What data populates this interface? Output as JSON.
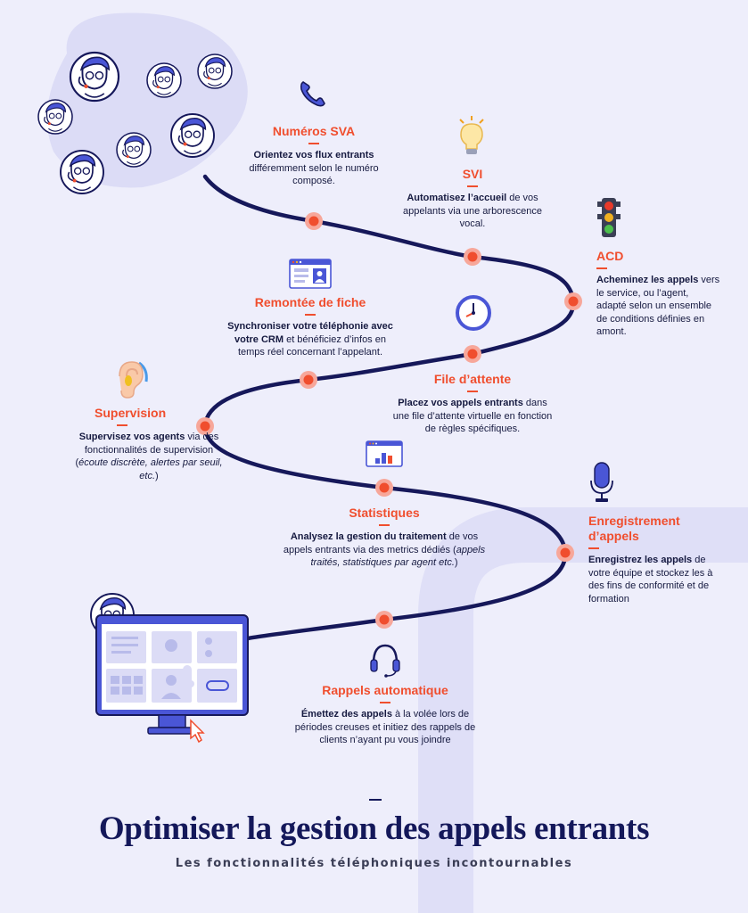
{
  "title": "Optimiser la gestion des appels entrants",
  "subtitle": "Les fonctionnalités téléphoniques incontournables",
  "features": [
    {
      "id": "sva",
      "title": "Numéros SVA",
      "icon": "phone-icon",
      "desc": [
        {
          "t": "Orientez vos flux entrants",
          "b": true
        },
        {
          "t": " différemment selon le numéro composé."
        }
      ]
    },
    {
      "id": "svi",
      "title": "SVI",
      "icon": "lightbulb-icon",
      "desc": [
        {
          "t": "Automatisez l’accueil",
          "b": true
        },
        {
          "t": " de vos appelants via une arborescence vocal."
        }
      ]
    },
    {
      "id": "acd",
      "title": "ACD",
      "icon": "traffic-light-icon",
      "desc": [
        {
          "t": "Acheminez les appels",
          "b": true
        },
        {
          "t": " vers le service, ou l’agent, adapté selon un ensemble de conditions définies en amont."
        }
      ]
    },
    {
      "id": "fiche",
      "title": "Remontée de fiche",
      "icon": "profile-card-icon",
      "desc": [
        {
          "t": "Synchroniser votre téléphonie avec votre CRM",
          "b": true
        },
        {
          "t": " et bénéficiez d’infos en temps réel concernant l’appelant."
        }
      ]
    },
    {
      "id": "attente",
      "title": "File d’attente",
      "icon": "clock-icon",
      "desc": [
        {
          "t": "Placez vos appels entrants",
          "b": true
        },
        {
          "t": " dans une file d’attente virtuelle en fonction de règles spécifiques."
        }
      ]
    },
    {
      "id": "supervision",
      "title": "Supervision",
      "icon": "ear-icon",
      "desc": [
        {
          "t": "Supervisez vos agents",
          "b": true
        },
        {
          "t": " via des fonctionnalités de supervision ("
        },
        {
          "t": "écoute discrète, alertes par seuil, etc.",
          "i": true
        },
        {
          "t": ")"
        }
      ]
    },
    {
      "id": "stats",
      "title": "Statistiques",
      "icon": "bar-chart-icon",
      "desc": [
        {
          "t": "Analysez la gestion du traitement",
          "b": true
        },
        {
          "t": " de vos appels entrants via des metrics dédiés ("
        },
        {
          "t": "appels traités, statistiques par agent etc.",
          "i": true
        },
        {
          "t": ")"
        }
      ]
    },
    {
      "id": "enreg",
      "title": "Enregistrement d’appels",
      "icon": "microphone-icon",
      "desc": [
        {
          "t": "Enregistrez les appels",
          "b": true
        },
        {
          "t": " de votre équipe et stockez les à des fins de conformité et de formation"
        }
      ]
    },
    {
      "id": "rappels",
      "title": "Rappels automatique",
      "icon": "headset-icon",
      "desc": [
        {
          "t": "Émettez des appels",
          "b": true
        },
        {
          "t": " à la volée lors de périodes creuses et initiez des rappels de clients n’ayant pu vous joindre"
        }
      ]
    }
  ],
  "colors": {
    "background": "#eeeefb",
    "path": "#16185a",
    "accent": "#f04e2e",
    "node_halo": "#f7a79a",
    "blob": "#dcdcf6"
  }
}
